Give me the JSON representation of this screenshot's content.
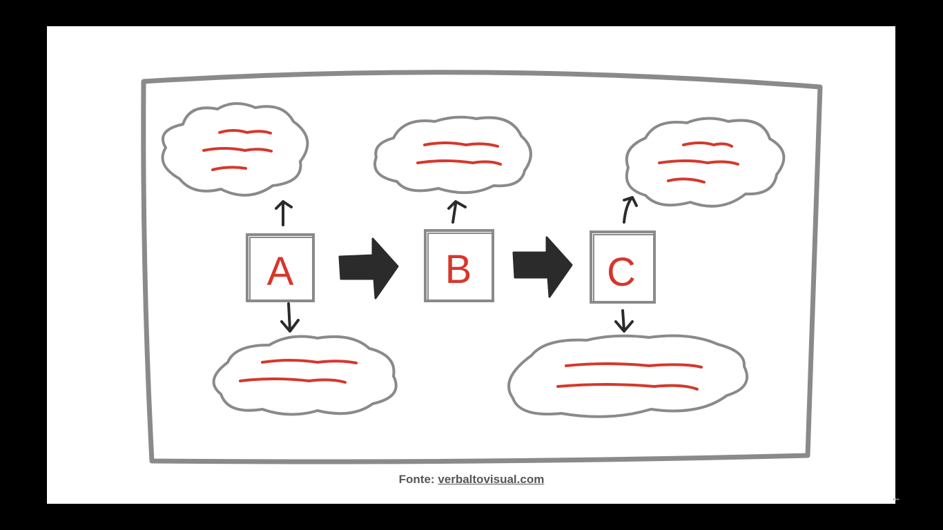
{
  "diagram": {
    "nodes": [
      {
        "id": "A",
        "label": "A"
      },
      {
        "id": "B",
        "label": "B"
      },
      {
        "id": "C",
        "label": "C"
      }
    ],
    "edges": [
      {
        "from": "A",
        "to": "B"
      },
      {
        "from": "B",
        "to": "C"
      }
    ],
    "callouts": [
      {
        "node": "A",
        "position": "top",
        "text_lines": 3
      },
      {
        "node": "A",
        "position": "bottom",
        "text_lines": 2
      },
      {
        "node": "B",
        "position": "top",
        "text_lines": 2
      },
      {
        "node": "C",
        "position": "top",
        "text_lines": 3
      },
      {
        "node": "C",
        "position": "bottom",
        "text_lines": 2
      }
    ],
    "colors": {
      "frame": "#8a8a8a",
      "letters": "#d6372b",
      "scribble": "#d6372b",
      "arrow": "#2b2b2b",
      "background": "#ffffff"
    }
  },
  "caption": {
    "prefix": "Fonte: ",
    "link": "verbaltovisual.com"
  }
}
